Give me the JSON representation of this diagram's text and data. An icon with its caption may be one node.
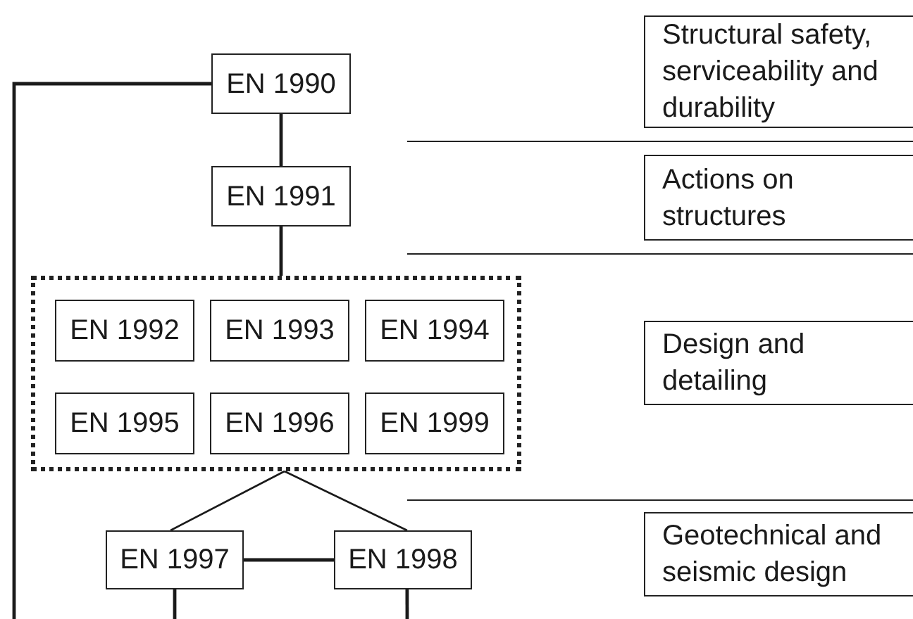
{
  "diagram": {
    "nodes": [
      {
        "text": [
          "EN 1990"
        ]
      },
      {
        "text": [
          "Structural safety, serviceability and durability"
        ]
      },
      {
        "text": [
          "EN 1991"
        ]
      },
      {
        "text": [
          "Actions on structures"
        ]
      },
      {
        "text": [],
        "shape": "box"
      },
      {
        "text": [
          "EN 1992"
        ],
        "in": 4
      },
      {
        "text": [
          "EN 1993"
        ],
        "in": 4
      },
      {
        "text": [
          "EN 1994"
        ],
        "in": 4
      },
      {
        "text": [
          "EN 1995"
        ],
        "in": 4
      },
      {
        "text": [
          "EN 1996"
        ],
        "in": 4
      },
      {
        "text": [
          "EN 1999"
        ],
        "in": 4
      },
      {
        "text": [
          "Design and detailing"
        ]
      },
      {
        "text": [
          "EN 1997"
        ]
      },
      {
        "text": [
          "EN 1998"
        ]
      },
      {
        "text": [
          "Geotechnical and seismic design"
        ]
      }
    ],
    "edges": [
      {
        "from": 0,
        "to": 2,
        "arrow": "none"
      },
      {
        "from": 2,
        "to": 4,
        "arrow": "none"
      },
      {
        "from": 4,
        "to": 12,
        "arrow": "none"
      },
      {
        "from": 4,
        "to": 13,
        "arrow": "none"
      },
      {
        "from": 12,
        "to": 13,
        "arrow": "none"
      },
      {
        "from": 0,
        "to": null,
        "arrow": "none"
      },
      {
        "from": 12,
        "to": null,
        "arrow": "none"
      },
      {
        "from": 13,
        "to": null,
        "arrow": "none"
      }
    ]
  }
}
